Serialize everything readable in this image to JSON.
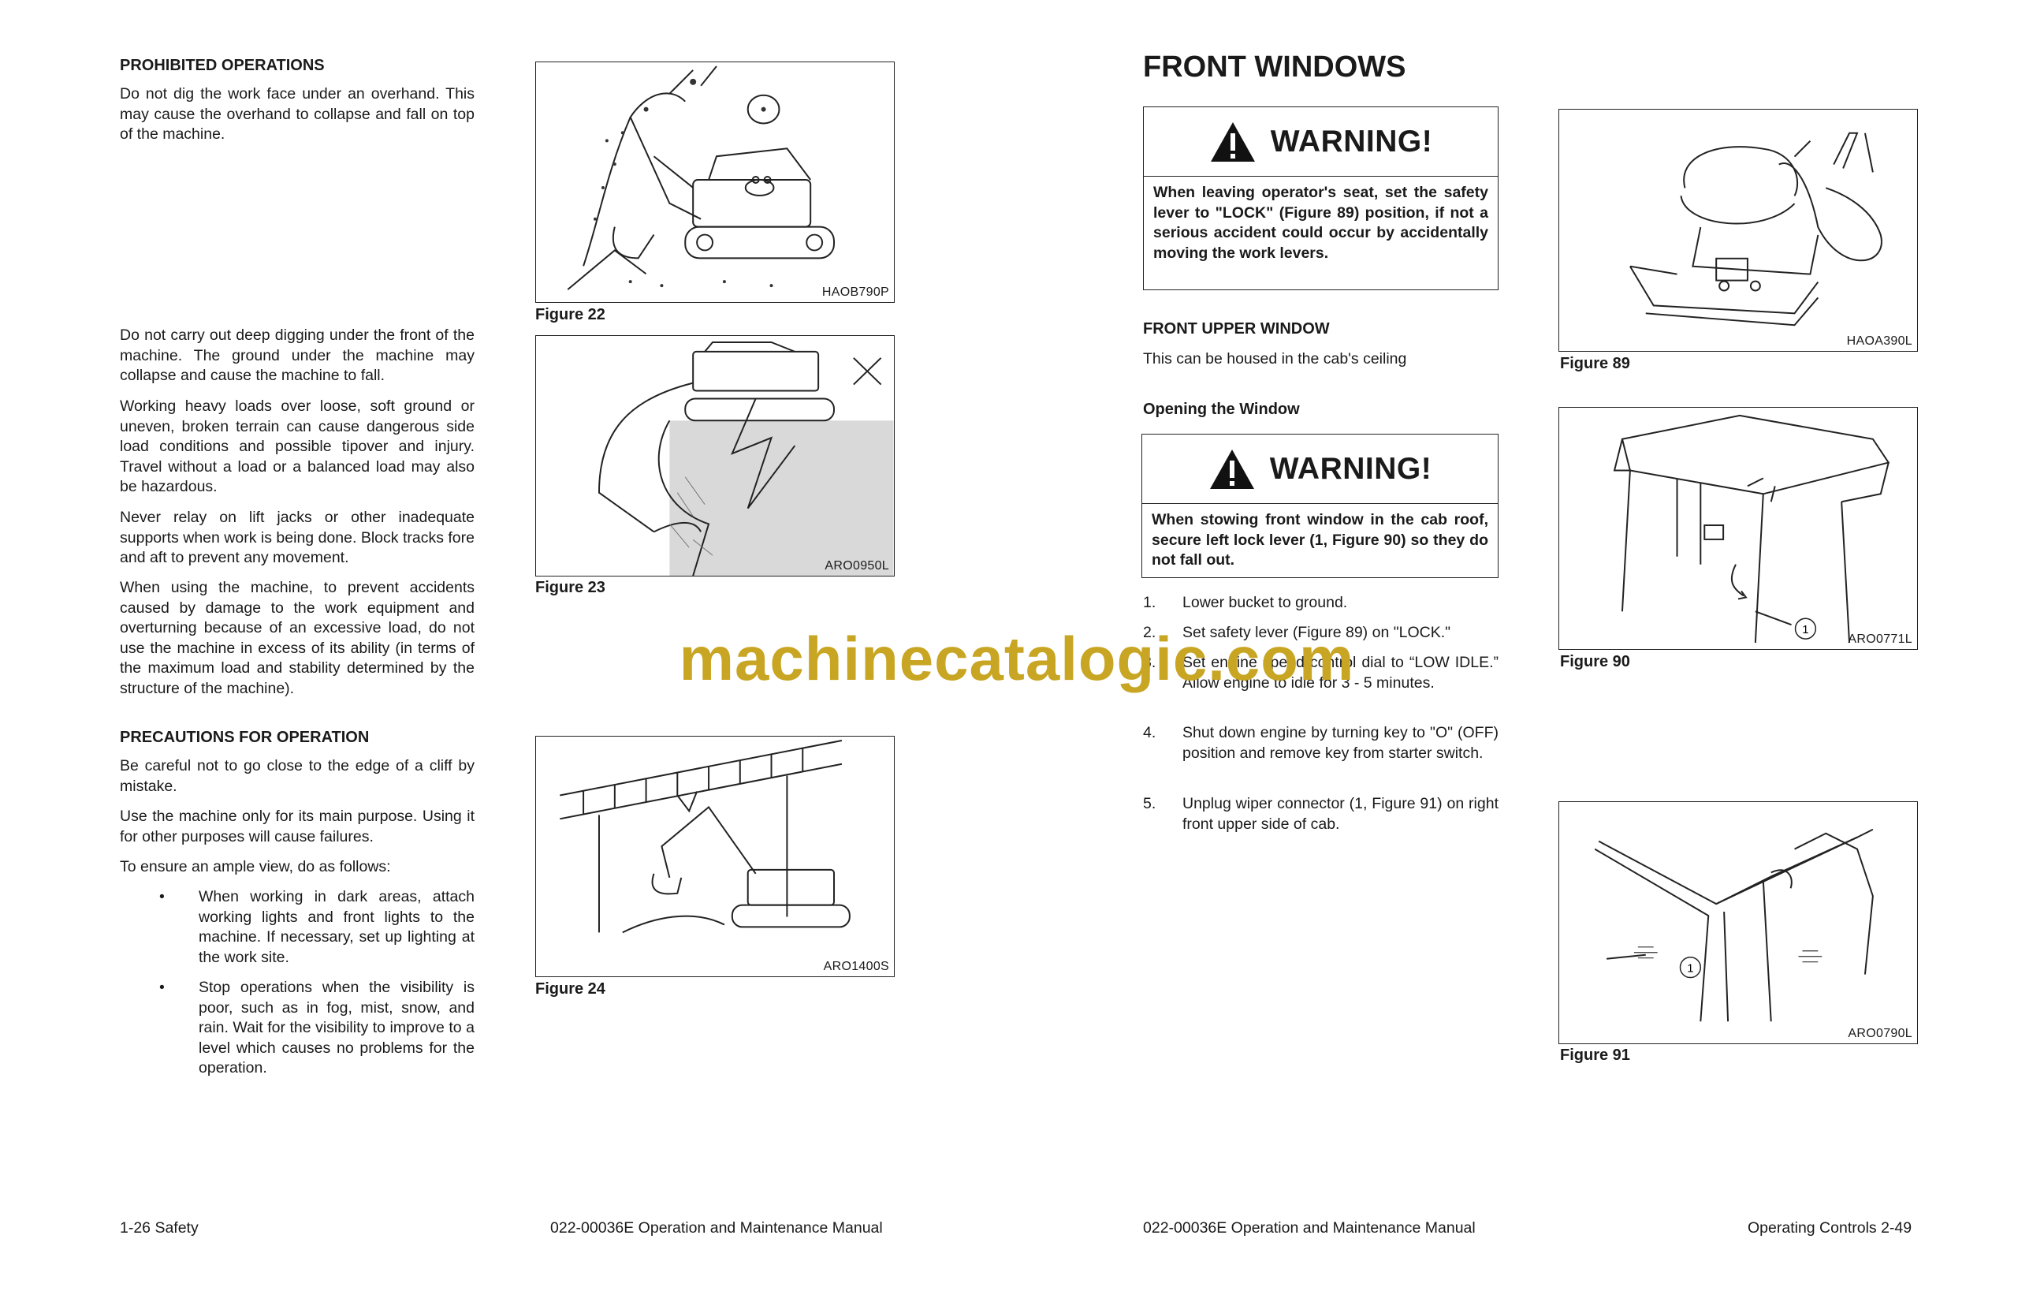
{
  "left_page": {
    "prohibited_heading": "PROHIBITED OPERATIONS",
    "para_overhand": "Do not dig the work face under an overhand. This may cause the overhand to collapse and fall on top of the machine.",
    "para_deep_digging": "Do not carry out deep digging under the front of the machine. The ground under the machine may collapse and cause the machine to fall.",
    "para_heavy_loads": "Working heavy loads over loose, soft ground or uneven, broken terrain can cause dangerous side load conditions and possible tipover and injury. Travel without a load or a balanced load may also be hazardous.",
    "para_lift_jacks": "Never relay on lift jacks or other inadequate supports when work is being done. Block tracks fore and aft to prevent any movement.",
    "para_excess_ability": "When using the machine, to prevent accidents caused by damage to the work equipment and overturning because of an excessive load, do not use the machine in excess of its ability (in terms of the maximum load and stability determined by the structure of the machine).",
    "precautions_heading": "PRECAUTIONS FOR OPERATION",
    "para_cliff": "Be careful not to go close to the edge of a cliff by mistake.",
    "para_main_purpose": "Use the machine only for its main purpose. Using it for other purposes will cause failures.",
    "para_ample_view": "To ensure an ample view, do as follows:",
    "bullets": [
      "When working in dark areas, attach working lights and front lights to the machine. If necessary, set up lighting at the work site.",
      "Stop operations when the visibility is poor, such as in fog, mist, snow, and rain. Wait for the visibility to improve to a level which causes no problems for the operation."
    ],
    "bullet_symbol": "•",
    "figures": [
      {
        "code": "HAOB790P",
        "caption": "Figure 22"
      },
      {
        "code": "ARO0950L",
        "caption": "Figure 23"
      },
      {
        "code": "ARO1400S",
        "caption": "Figure 24"
      }
    ],
    "footer_left": "1-26  Safety",
    "footer_right": "022-00036E Operation and Maintenance Manual"
  },
  "right_page": {
    "title": "FRONT WINDOWS",
    "warning_title": "WARNING!",
    "warning1": "When leaving operator's seat, set the safety lever to \"LOCK\" (Figure 89) position, if not a serious accident could occur by accidentally moving the work levers.",
    "upper_window_heading": "FRONT UPPER WINDOW",
    "upper_window_text": "This can be housed in the cab's ceiling",
    "opening_heading": "Opening the Window",
    "warning2": "When stowing front window in the cab roof, secure left lock lever (1, Figure 90) so they do not fall out.",
    "steps": [
      {
        "num": "1.",
        "text": "Lower bucket to ground."
      },
      {
        "num": "2.",
        "text": "Set safety lever (Figure 89) on \"LOCK.\""
      },
      {
        "num": "3.",
        "text": "Set engine speed control dial to “LOW IDLE.” Allow engine to idle for 3 - 5 minutes."
      },
      {
        "num": "4.",
        "text": "Shut down engine by turning key to \"O\" (OFF) position and remove key from starter switch."
      },
      {
        "num": "5.",
        "text": "Unplug wiper connector (1, Figure 91) on right front upper side of cab."
      }
    ],
    "figures": [
      {
        "code": "HAOA390L",
        "caption": "Figure 89"
      },
      {
        "code": "ARO0771L",
        "caption": "Figure 90",
        "callout": "1"
      },
      {
        "code": "ARO0790L",
        "caption": "Figure 91",
        "callout": "1"
      }
    ],
    "footer_left": "022-00036E Operation and Maintenance Manual",
    "footer_right": "Operating Controls 2-49"
  },
  "watermark": "machinecatalogic.com",
  "icons": [
    "warning-triangle-icon"
  ]
}
